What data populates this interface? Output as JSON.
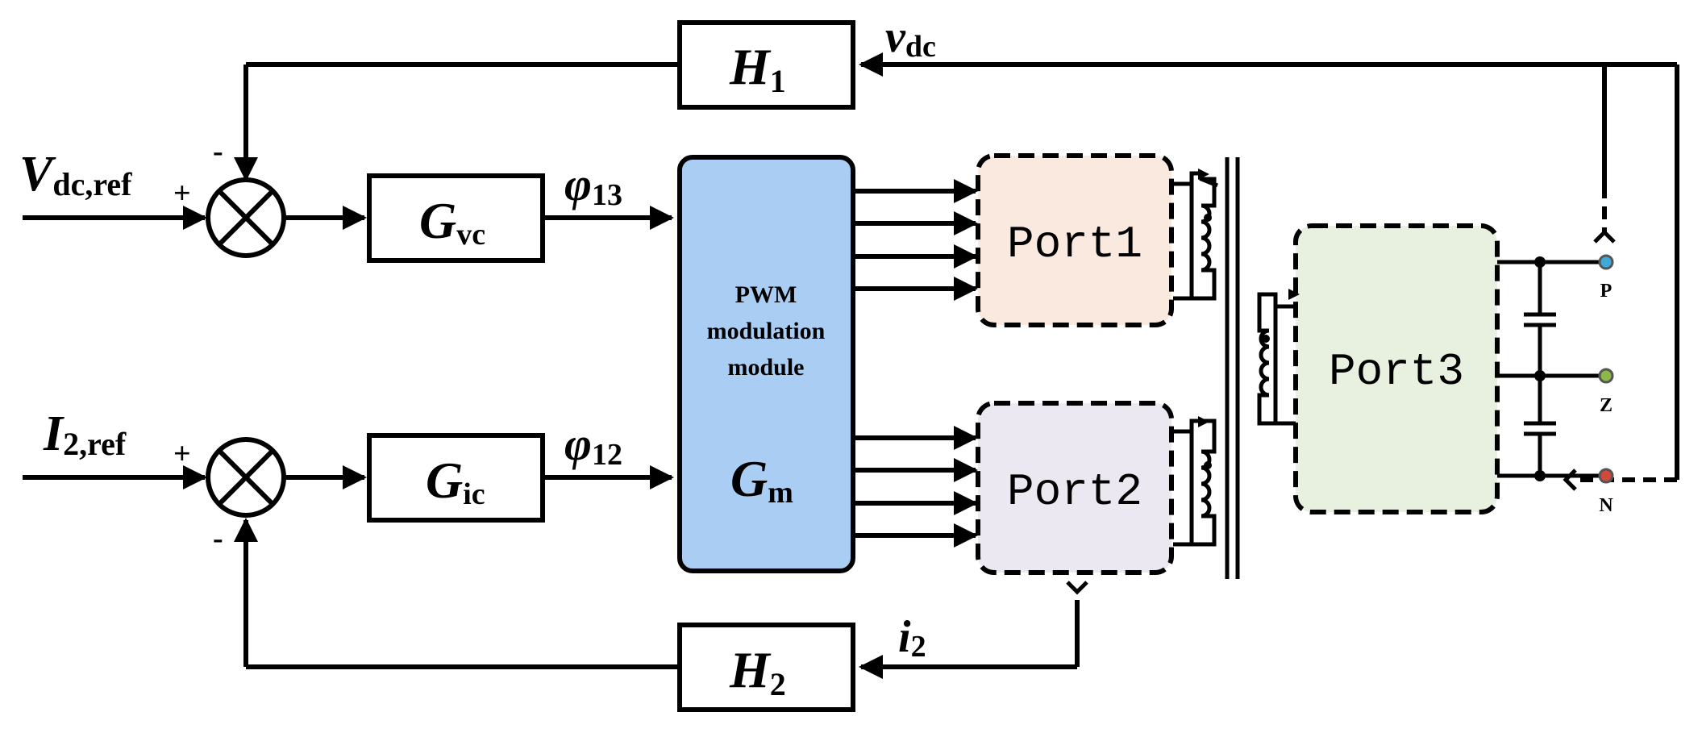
{
  "inputs": {
    "vref_main": "V",
    "vref_sub": "dc,ref",
    "iref_main": "I",
    "iref_sub": "2,ref"
  },
  "signs": {
    "top_plus": "+",
    "top_minus": "-",
    "bottom_plus": "+",
    "bottom_minus": "-"
  },
  "blocks": {
    "h1_main": "H",
    "h1_sub": "1",
    "h2_main": "H",
    "h2_sub": "2",
    "gvc_main": "G",
    "gvc_sub": "vc",
    "gic_main": "G",
    "gic_sub": "ic",
    "pwm_line1": "PWM",
    "pwm_line2": "modulation",
    "pwm_line3": "module",
    "gm_main": "G",
    "gm_sub": "m"
  },
  "signals": {
    "phi13_main": "φ",
    "phi13_sub": "13",
    "phi12_main": "φ",
    "phi12_sub": "12",
    "vdc_main": "v",
    "vdc_sub": "dc",
    "i2_main": "i",
    "i2_sub": "2"
  },
  "ports": {
    "port1": "Port1",
    "port2": "Port2",
    "port3": "Port3"
  },
  "terminals": {
    "p": "P",
    "z": "Z",
    "n": "N"
  },
  "colors": {
    "pwm_fill": "#a9cdf3",
    "port1_fill": "#f9e9de",
    "port2_fill": "#ebe8f1",
    "port3_fill": "#e8f0df",
    "terminal_p": "#3fa9d8",
    "terminal_z": "#8cb84a",
    "terminal_n": "#d24a3a"
  }
}
